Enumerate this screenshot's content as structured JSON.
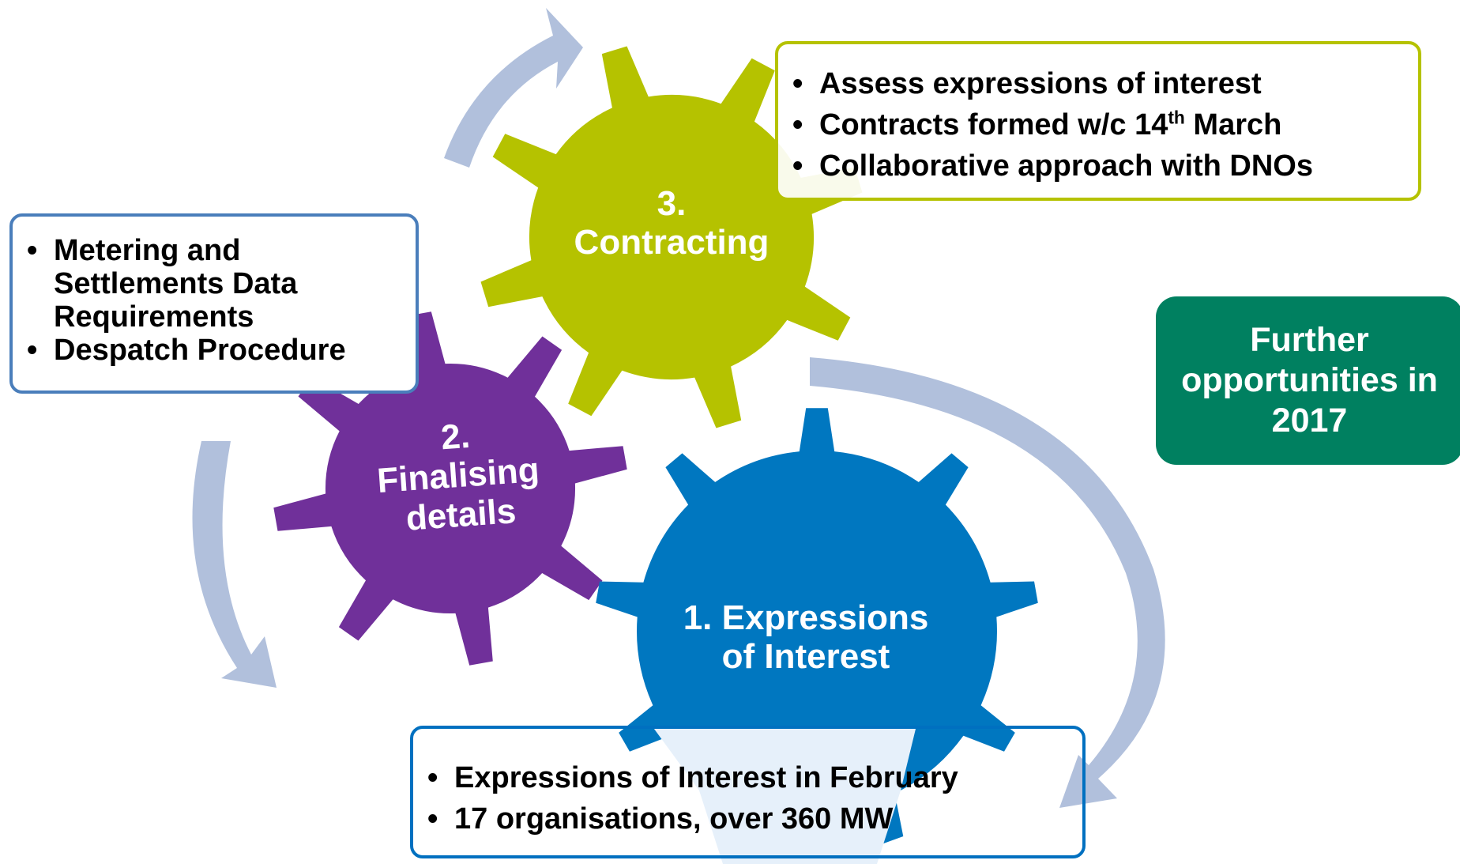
{
  "colors": {
    "gear1": "#0077c0",
    "gear2": "#70309a",
    "gear3": "#b5c200",
    "arrow": "#b1c0dc",
    "box1_border": "#0070c0",
    "box2_border": "#4a7ebb",
    "box3_border": "#b5c200",
    "future_fill": "#008060"
  },
  "gears": {
    "gear1": {
      "label": "1. Expressions of Interest"
    },
    "gear2": {
      "label_line1": "2.",
      "label_line2": "Finalising",
      "label_line3": "details"
    },
    "gear3": {
      "label_line1": "3.",
      "label_line2": "Contracting"
    }
  },
  "boxes": {
    "box1": {
      "items": [
        "Expressions of Interest in February",
        "17 organisations, over 360 MW"
      ]
    },
    "box2": {
      "items": [
        "Metering and Settlements Data Requirements",
        "Despatch Procedure"
      ]
    },
    "box3": {
      "item1": "Assess expressions of interest",
      "item2_prefix": "Contracts formed w/c 14",
      "item2_sup": "th",
      "item2_suffix": " March",
      "item3": "Collaborative approach with DNOs"
    }
  },
  "future": {
    "text": "Further opportunities in 2017"
  },
  "icons": [
    "cycle-arrow-icon",
    "gear-icon"
  ]
}
